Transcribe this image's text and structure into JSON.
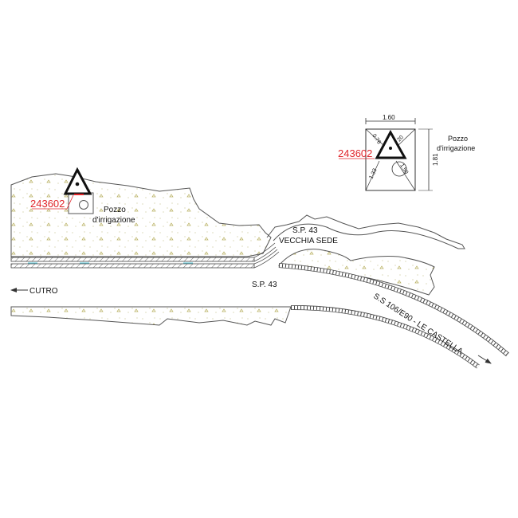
{
  "labels": {
    "well_code_main": "243602",
    "well_label_line1": "Pozzo",
    "well_label_line2": "d'irrigazione",
    "sp43_old_line1": "S.P. 43",
    "sp43_old_line2": "VECCHIA SEDE",
    "sp43": "S.P. 43",
    "cutro": "CUTRO",
    "ss106": "S.S 106/E90 - LE CASTELLA"
  },
  "detail": {
    "well_code": "243602",
    "width_dim": "1.60",
    "height_dim": "1.81",
    "diag_top_left": "0.76",
    "diag_top_right": "20",
    "diag_bottom_left": "1.33",
    "diag_bottom_right": "1.50",
    "label_line1": "Pozzo",
    "label_line2": "d'irrigazione"
  },
  "colors": {
    "code_red": "#e0262b",
    "veg_dot": "#b8b060",
    "water": "#4cc6d8"
  }
}
